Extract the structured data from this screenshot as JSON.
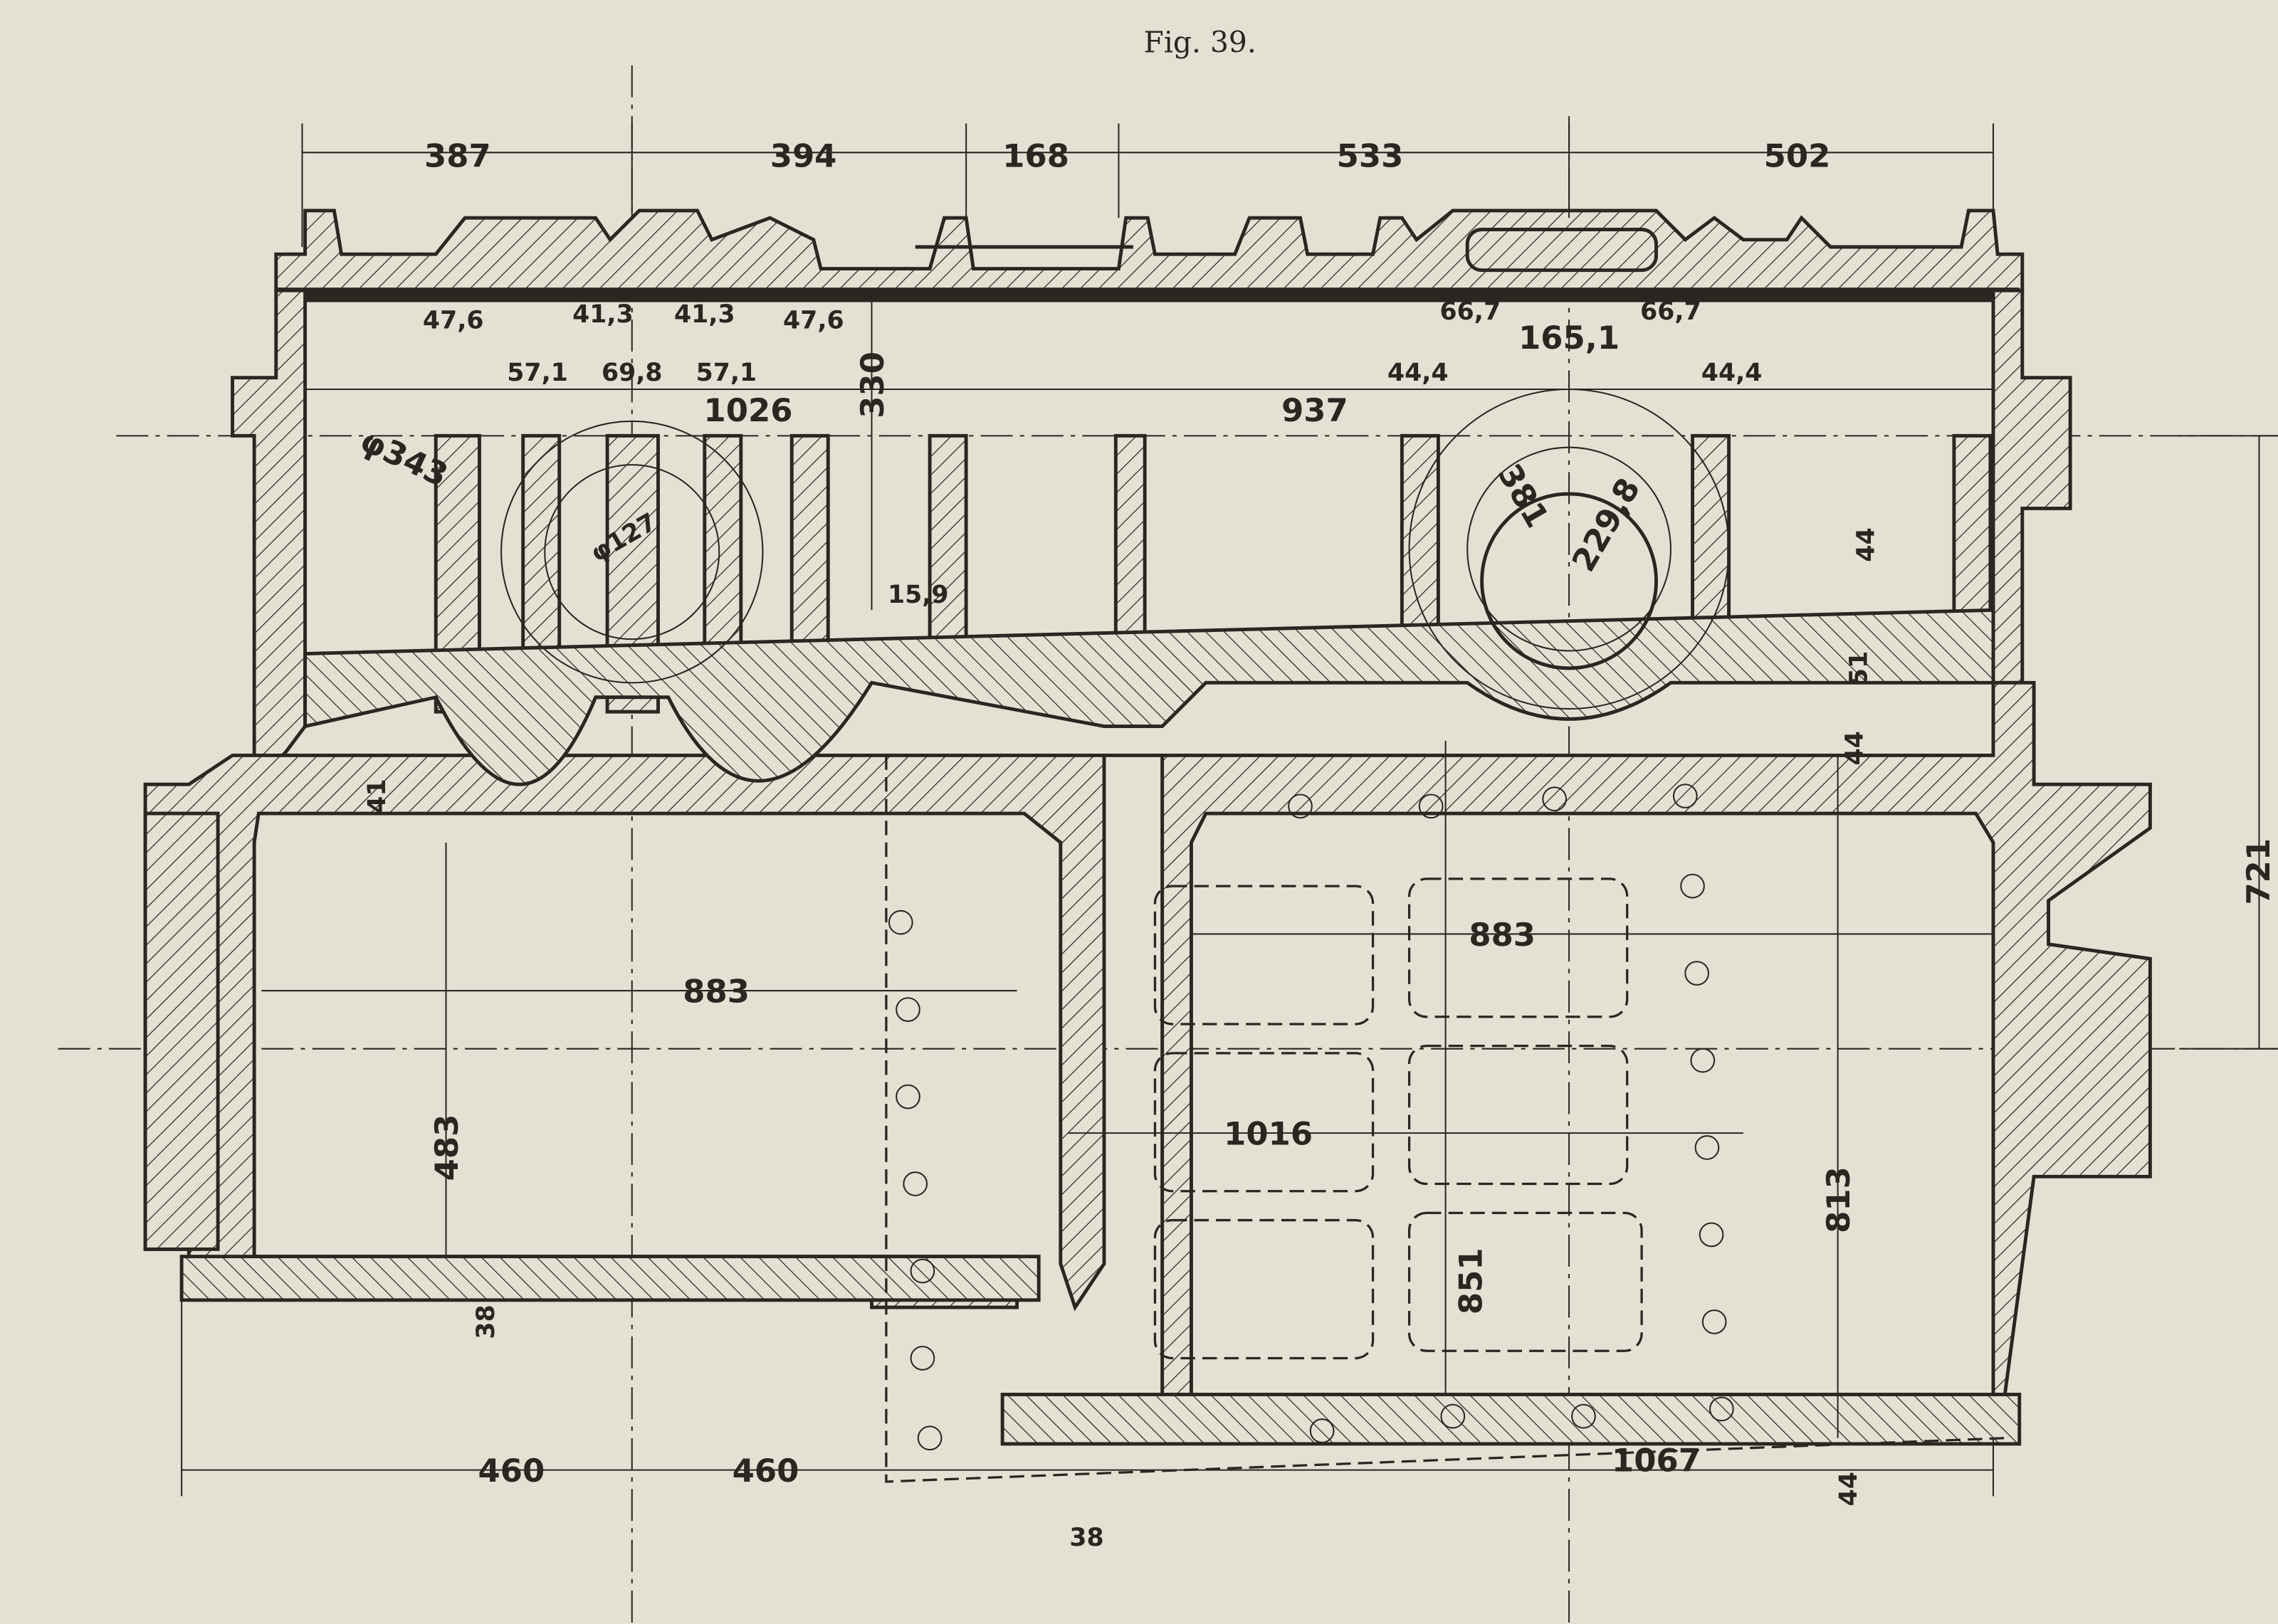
{
  "figure": {
    "caption": "Fig. 39.",
    "colors": {
      "paper": "#e3e1d3",
      "ink": "#2a2622"
    },
    "top_dimensions": [
      "387",
      "394",
      "168",
      "533",
      "502"
    ],
    "left_cylinder_dimensions": {
      "d1": "47,6",
      "d2": "41,3",
      "d3": "41,3",
      "d4": "47,6",
      "d5": "57,1",
      "d6": "69,8",
      "d7": "57,1",
      "height": "330",
      "dia_outer": "φ343",
      "dia_inner": "φ127",
      "wall": "15,9"
    },
    "right_cylinder_dimensions": {
      "d1": "66,7",
      "d2": "165,1",
      "d3": "66,7",
      "d4": "44,4",
      "d5": "44,4",
      "dia_outer": "381",
      "dia_inner": "229,8"
    },
    "span_dimensions": {
      "left_span": "1026",
      "right_span": "937"
    },
    "wall_dimensions": {
      "w44a": "44",
      "w51": "51",
      "w44b": "44",
      "w41": "41",
      "w38a": "38",
      "w38b": "38",
      "w44c": "44"
    },
    "frame_dimensions": {
      "left_width": "883",
      "right_width": "883",
      "depth": "1016",
      "left_height": "483",
      "right_height": "851",
      "height_813": "813",
      "height_721": "721"
    },
    "bottom_dimensions": [
      "460",
      "460",
      "1067"
    ]
  }
}
